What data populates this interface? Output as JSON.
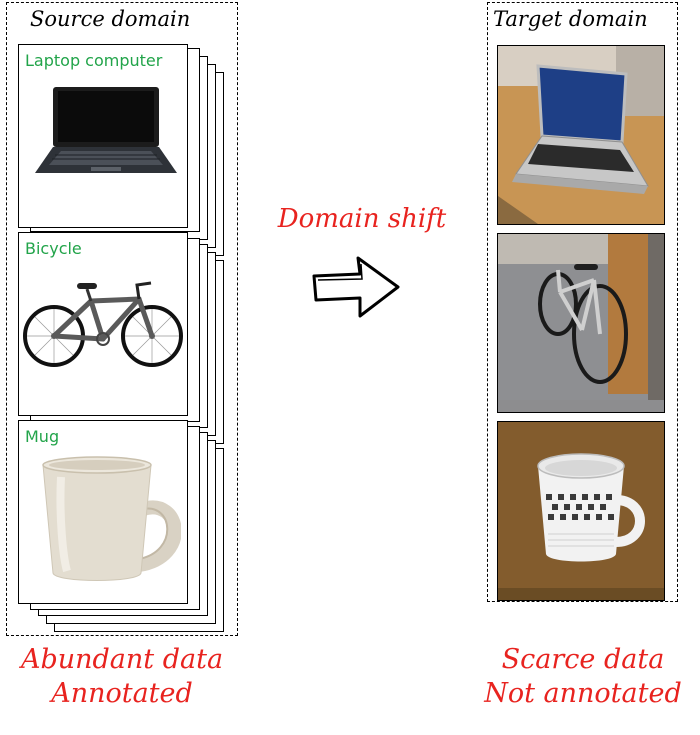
{
  "source": {
    "title": "Source domain",
    "categories": [
      {
        "label": "Laptop computer",
        "icon": "laptop-icon"
      },
      {
        "label": "Bicycle",
        "icon": "bicycle-icon"
      },
      {
        "label": "Mug",
        "icon": "mug-icon"
      }
    ],
    "caption_line1": "Abundant data",
    "caption_line2": "Annotated"
  },
  "target": {
    "title": "Target domain",
    "photos": [
      "laptop-photo",
      "bicycle-photo",
      "mug-photo"
    ],
    "caption_line1": "Scarce data",
    "caption_line2": "Not annotated"
  },
  "shift": {
    "label": "Domain shift",
    "icon": "right-arrow-icon"
  },
  "colors": {
    "category_label": "#22a44a",
    "caption": "#e8231f",
    "shift_label": "#e8231f"
  }
}
